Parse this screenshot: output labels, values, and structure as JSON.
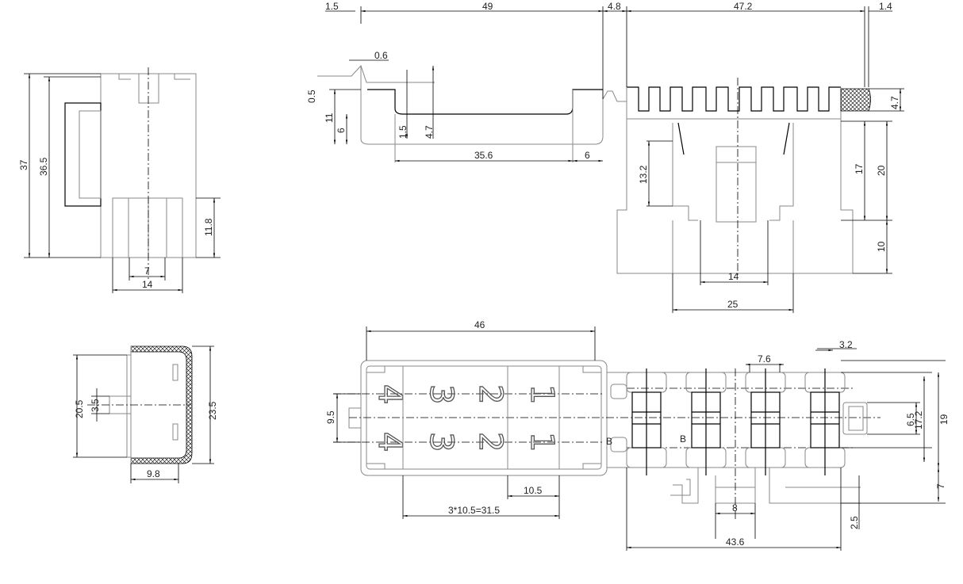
{
  "drawing": {
    "front_view": {
      "dims": [
        "37",
        "36.5",
        "11.8",
        "7",
        "14"
      ]
    },
    "side_profile": {
      "dims": [
        "1.5",
        "49",
        "4.8",
        "47.2",
        "1.4",
        "0.6",
        "0.5",
        "11",
        "6",
        "1.5",
        "4.7",
        "35.6",
        "6"
      ]
    },
    "end_view": {
      "dims": [
        "13.2",
        "17",
        "20",
        "10",
        "14",
        "25",
        "4.7"
      ]
    },
    "section_view": {
      "dims": [
        "20.5",
        "3.5",
        "23.5",
        "9.8"
      ]
    },
    "top_view": {
      "dims": [
        "46",
        "9.5",
        "10.5",
        "3*10.5=31.5",
        "7.6",
        "3.2",
        "6.5",
        "17.2",
        "19",
        "7",
        "2.5",
        "8",
        "43.6"
      ],
      "position_numbers": [
        "4",
        "3",
        "2",
        "1"
      ],
      "section_marks": [
        "B",
        "B"
      ]
    }
  }
}
